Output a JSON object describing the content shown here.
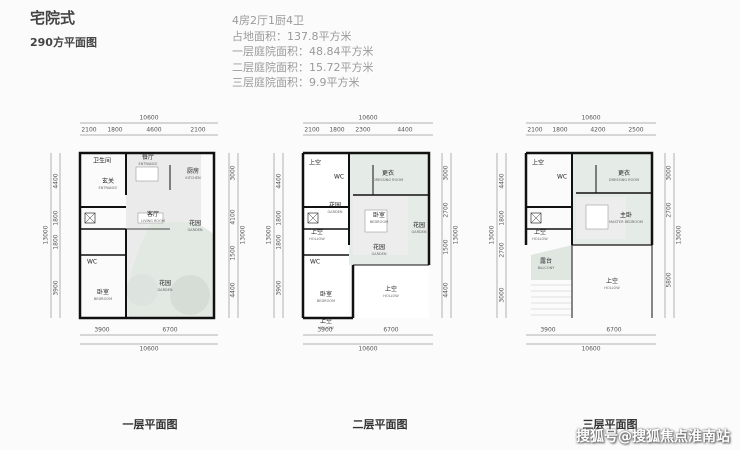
{
  "title": "宅院式",
  "subtitle": "290方平面图",
  "specs": [
    "4房2厅1厨4卫",
    "占地面积：137.8平方米",
    "一层庭院面积：48.84平方米",
    "二层庭院面积：15.72平方米",
    "三层庭院面积：9.9平方米"
  ],
  "plans": [
    {
      "label": "一层平面图",
      "top_total": "10600",
      "top_segments": [
        "2100",
        "1800",
        "4600",
        "2100"
      ],
      "bottom_segments": [
        "3900",
        "6700"
      ],
      "bottom_total": "10600",
      "left_segments": [
        "4400",
        "1800",
        "1800",
        "3900"
      ],
      "left_total": "13000",
      "right_segments": [
        "3000",
        "4100",
        "1500",
        "4400"
      ],
      "right_total": "13000",
      "rooms": [
        {
          "name": "卫生间",
          "en": ""
        },
        {
          "name": "玄关",
          "en": "ENTRANCE"
        },
        {
          "name": "餐厅",
          "en": "ENTRANCE"
        },
        {
          "name": "厨房",
          "en": "KITCHEN"
        },
        {
          "name": "客厅",
          "en": "LIVING ROOM"
        },
        {
          "name": "花园",
          "en": "GARDEN"
        },
        {
          "name": "WC",
          "en": ""
        },
        {
          "name": "卧室",
          "en": "BEDROOM"
        },
        {
          "name": "花园",
          "en": "GARDEN"
        }
      ]
    },
    {
      "label": "二层平面图",
      "top_total": "10600",
      "top_segments": [
        "2100",
        "1800",
        "2300",
        "4400"
      ],
      "bottom_segments": [
        "3900",
        "6700"
      ],
      "bottom_total": "10600",
      "left_segments": [
        "4400",
        "1800",
        "1800",
        "3900"
      ],
      "left_total": "13000",
      "right_segments": [
        "3000",
        "2700",
        "1500",
        "4400"
      ],
      "right_total": "13000",
      "rooms": [
        {
          "name": "上空",
          "en": ""
        },
        {
          "name": "WC",
          "en": ""
        },
        {
          "name": "更衣",
          "en": "DRESSING ROOM"
        },
        {
          "name": "花园",
          "en": "GARDEN"
        },
        {
          "name": "卧室",
          "en": "BEDROOM"
        },
        {
          "name": "花园",
          "en": "GARDEN"
        },
        {
          "name": "上空",
          "en": "HOLLOW"
        },
        {
          "name": "花园",
          "en": "GARDEN"
        },
        {
          "name": "WC",
          "en": ""
        },
        {
          "name": "卧室",
          "en": "BEDROOM"
        },
        {
          "name": "上空",
          "en": "HOLLOW"
        },
        {
          "name": "上空",
          "en": "HOLLOW"
        }
      ]
    },
    {
      "label": "三层平面图",
      "top_total": "10600",
      "top_segments": [
        "2100",
        "1800",
        "4200",
        "2500"
      ],
      "bottom_segments": [
        "3900",
        "6700"
      ],
      "bottom_total": "10600",
      "left_segments": [
        "4400",
        "1800",
        "2700",
        "3000"
      ],
      "left_total": "13000",
      "right_segments": [
        "3000",
        "2700",
        "5800"
      ],
      "right_total": "13000",
      "rooms": [
        {
          "name": "上空",
          "en": ""
        },
        {
          "name": "WC",
          "en": ""
        },
        {
          "name": "更衣",
          "en": "DRESSING ROOM"
        },
        {
          "name": "主卧",
          "en": "MASTER BEDROOM"
        },
        {
          "name": "上空",
          "en": "HOLLOW"
        },
        {
          "name": "露台",
          "en": "BALCONY"
        },
        {
          "name": "上空",
          "en": "HOLLOW"
        }
      ]
    }
  ],
  "watermark": "搜狐号@搜狐焦点淮南站",
  "colors": {
    "wall": "#111111",
    "garden": "#e5ebe6",
    "floor": "#eeeeee",
    "hollow": "#ffffff"
  }
}
